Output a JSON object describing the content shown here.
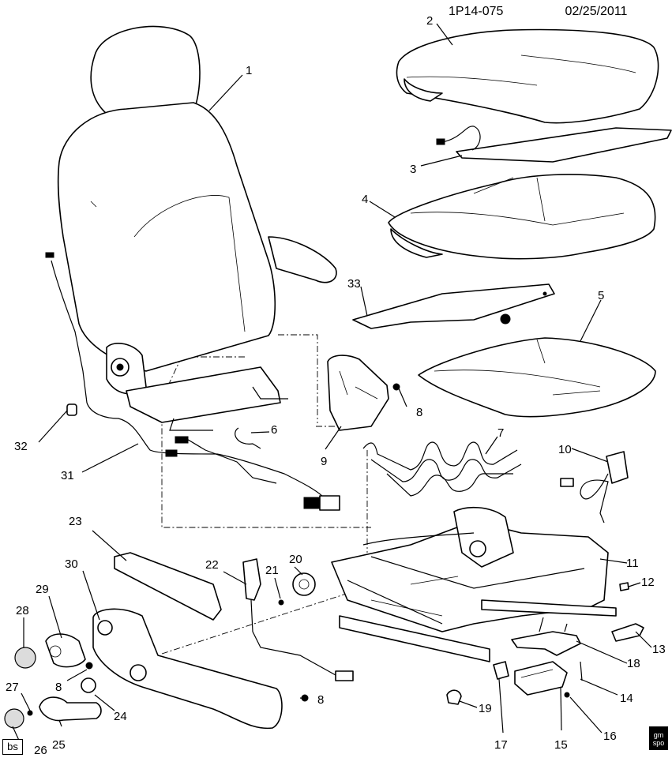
{
  "header": {
    "code": "1P14-075",
    "date": "02/25/2011"
  },
  "badge": "bs",
  "logo": {
    "line1": "gm",
    "line2": "spo"
  },
  "callouts": {
    "c1": "1",
    "c2": "2",
    "c3": "3",
    "c4": "4",
    "c5": "5",
    "c6": "6",
    "c7": "7",
    "c8a": "8",
    "c8b": "8",
    "c8c": "8",
    "c9": "9",
    "c10": "10",
    "c11": "11",
    "c12": "12",
    "c13": "13",
    "c14": "14",
    "c15": "15",
    "c16": "16",
    "c17": "17",
    "c18": "18",
    "c19": "19",
    "c20": "20",
    "c21": "21",
    "c22": "22",
    "c23": "23",
    "c24": "24",
    "c25": "25",
    "c26": "26",
    "c27": "27",
    "c28": "28",
    "c29": "29",
    "c30": "30",
    "c31": "31",
    "c32": "32",
    "c33": "33"
  }
}
